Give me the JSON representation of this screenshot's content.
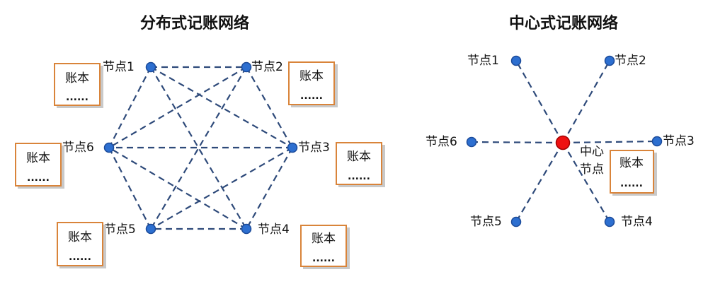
{
  "left": {
    "title": "分布式记账网络",
    "nodes": [
      "节点1",
      "节点2",
      "节点3",
      "节点4",
      "节点5",
      "节点6"
    ],
    "ledger_title": "账本",
    "ledger_dots": "......"
  },
  "right": {
    "title": "中心式记账网络",
    "nodes": [
      "节点1",
      "节点2",
      "节点3",
      "节点4",
      "节点5",
      "节点6"
    ],
    "center_label_line1": "中心",
    "center_label_line2": "节点",
    "ledger_title": "账本",
    "ledger_dots": "......"
  },
  "colors": {
    "node": "#2d6fd0",
    "center_node": "#ee1111",
    "edge": "#2e4a7a",
    "ledger_border": "#d9843a"
  }
}
